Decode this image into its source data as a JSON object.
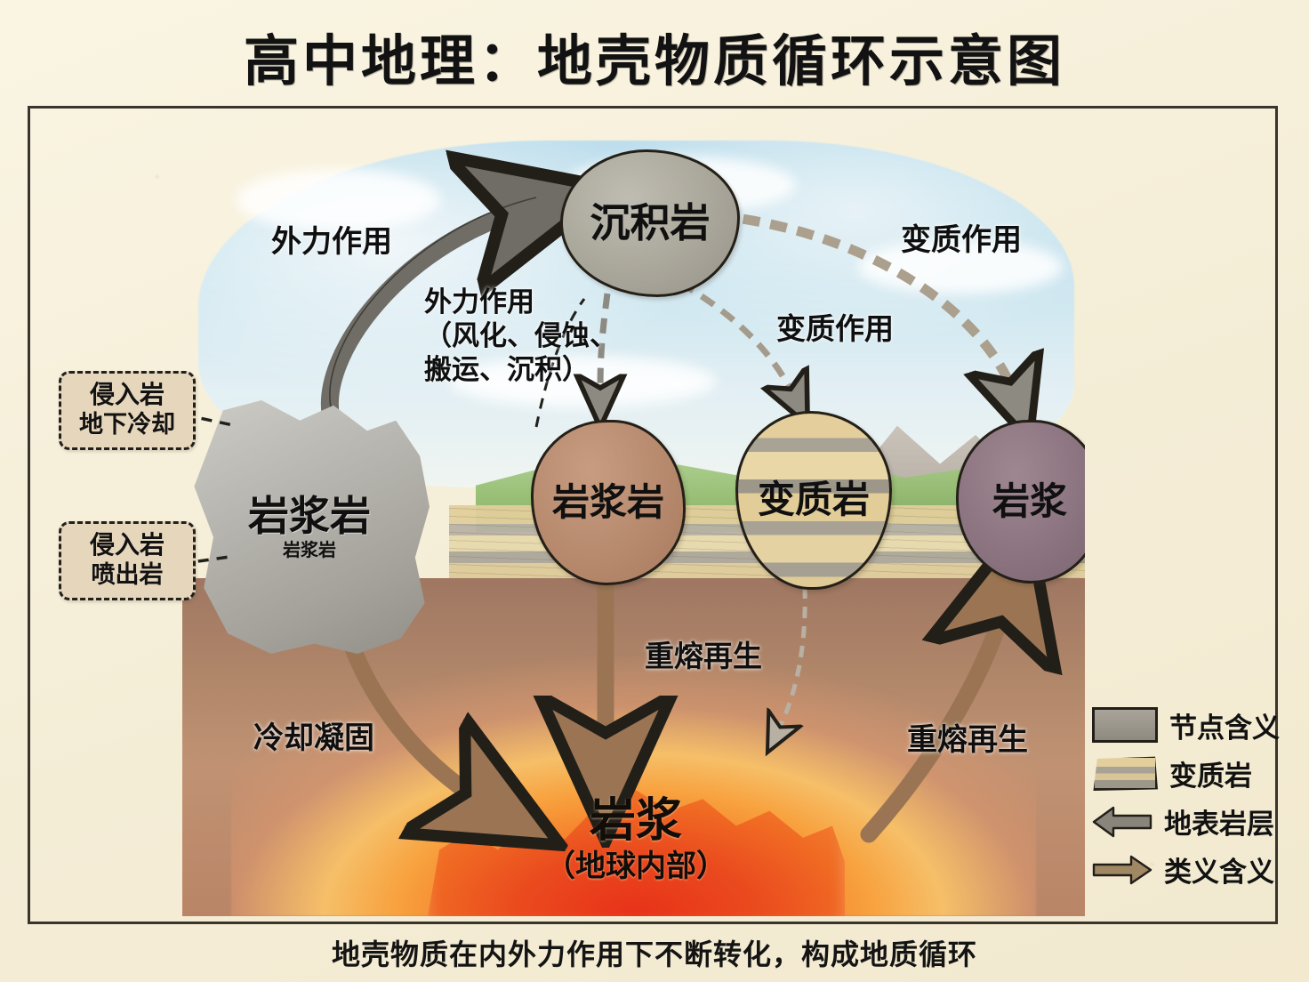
{
  "title": "高中地理：地壳物质循环示意图",
  "caption": "地壳物质在内外力作用下不断转化，构成地质循环",
  "nodes": {
    "sedimentary": {
      "label": "沉积岩"
    },
    "igneous_big": {
      "label": "岩浆岩",
      "sub": "岩浆岩"
    },
    "igneous_2": {
      "label": "岩浆岩"
    },
    "metamorphic": {
      "label": "变质岩"
    },
    "magma_node": {
      "label": "岩浆"
    },
    "magma_chamber": {
      "label": "岩浆",
      "sub": "（地球内部）"
    }
  },
  "edge_labels": {
    "external_force_left": "外力作用",
    "external_force_detail": "外力作用\n（风化、侵蚀、\n搬运、沉积）",
    "metamorphism_top_right": "变质作用",
    "metamorphism_mid": "变质作用",
    "cooling": "冷却凝固",
    "remelt_center": "重熔再生",
    "remelt_right": "重熔再生"
  },
  "callouts": [
    {
      "line1": "侵入岩",
      "line2": "地下冷却"
    },
    {
      "line1": "侵入岩",
      "line2": "喷出岩"
    }
  ],
  "legend": {
    "items": [
      {
        "icon": "node-swatch-icon",
        "text": "节点含义"
      },
      {
        "icon": "strata-swatch-icon",
        "text": "变质岩"
      },
      {
        "icon": "arrow-left-icon",
        "text": "地表岩层"
      },
      {
        "icon": "arrow-right-icon",
        "text": "类义含义"
      }
    ]
  },
  "colors": {
    "paper": "#f7f1dd",
    "ink": "#242018",
    "sky": "#bcdfef",
    "magma_hot": "#e8321a",
    "magma_warm": "#f4893a",
    "crust": "#b08669",
    "arrow_gray": "#6f6d66",
    "arrow_brown": "#9b7553",
    "callout_fill": "#e5d6bc"
  }
}
